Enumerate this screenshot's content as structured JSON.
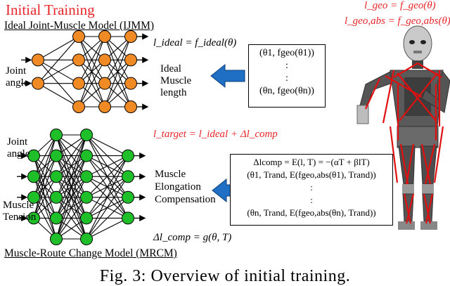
{
  "title": "Initial Training",
  "ijmm": {
    "model_label": "Ideal Joint-Muscle Model (IJMM)",
    "input_label_1": "Joint",
    "input_label_2": "angle",
    "output_label_1": "Ideal",
    "output_label_2": "Muscle",
    "output_label_3": "length",
    "equation": "l_ideal = f_ideal(θ)",
    "data_box": [
      "(θ1, fgeo(θ1))",
      ":",
      ":",
      "(θn, fgeo(θn))"
    ],
    "node_color": "#f08a24",
    "layers": [
      2,
      4,
      4,
      4
    ]
  },
  "mrcm": {
    "model_label": "Muscle-Route Change Model (MRCM)",
    "input_label_1": "Joint",
    "input_label_2": "angle",
    "input_label_3": "Muscle",
    "input_label_4": "Tension",
    "output_label_1": "Muscle",
    "output_label_2": "Elongation",
    "output_label_3": "Compensation",
    "equation": "Δl_comp = g(θ, T)",
    "data_box": [
      "Δlcomp = E(l, T) = −(αT + βlT)",
      "(θ1, Trand,  E(fgeo,abs(θ1), Trand))",
      ":",
      ":",
      "(θn, Trand,  E(fgeo,abs(θn), Trand))"
    ],
    "node_color": "#1fbf2a",
    "layers": [
      4,
      6,
      6,
      4
    ]
  },
  "target_equation": "l_target = l_ideal + Δl_comp",
  "geo_equation_1": "l_geo = f_geo(θ)",
  "geo_equation_2": "l_geo,abs = f_geo,abs(θ)",
  "arrow_color": "#1f6fc5",
  "caption": "Fig. 3: Overview of initial training."
}
